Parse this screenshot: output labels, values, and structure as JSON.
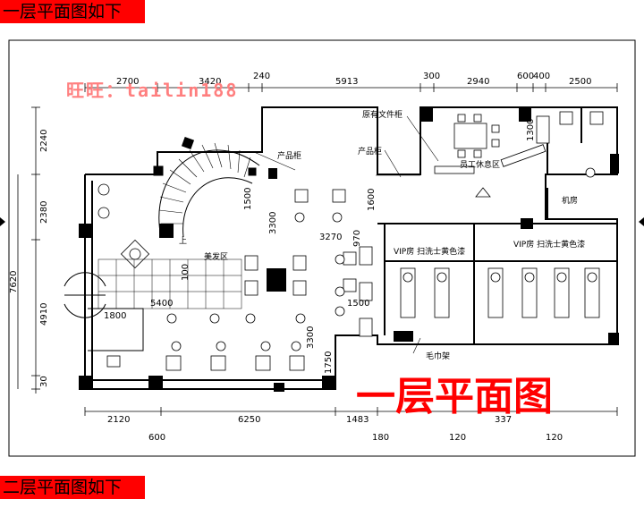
{
  "banners": {
    "top": "一层平面图如下",
    "bottom": "二层平面图如下"
  },
  "watermark": "旺旺：tailin188",
  "plan_title": "一层平面图",
  "dims": {
    "top": [
      "2700",
      "3420",
      "240",
      "5913",
      "300",
      "2940",
      "600",
      "400",
      "2500"
    ],
    "left": [
      "2240",
      "2380",
      "7620",
      "4910",
      "30"
    ],
    "bottom": [
      "2120",
      "6250",
      "1483",
      "337"
    ],
    "bottom2": [
      "600",
      "180",
      "120",
      "120"
    ],
    "inner": [
      "1500",
      "3300",
      "1600",
      "3270",
      "970",
      "1500",
      "3300",
      "1750",
      "1300",
      "5400",
      "1800",
      "100"
    ]
  },
  "labels": {
    "existing_cabinet": "原有文件柜",
    "product_cabinet_1": "产品柜",
    "product_cabinet_2": "产品柜",
    "staff_rest": "员工休息区",
    "machine_room": "机房",
    "vip_room_1": "VIP房  扫洗士黄色漆",
    "vip_room_2": "VIP房  扫洗士黄色漆",
    "salon_area": "美发区",
    "towel_rack": "毛巾架",
    "stair_up": "上"
  },
  "colors": {
    "banner": "#ff0000",
    "watermark": "#ff7f7f",
    "title": "#ff0000"
  }
}
